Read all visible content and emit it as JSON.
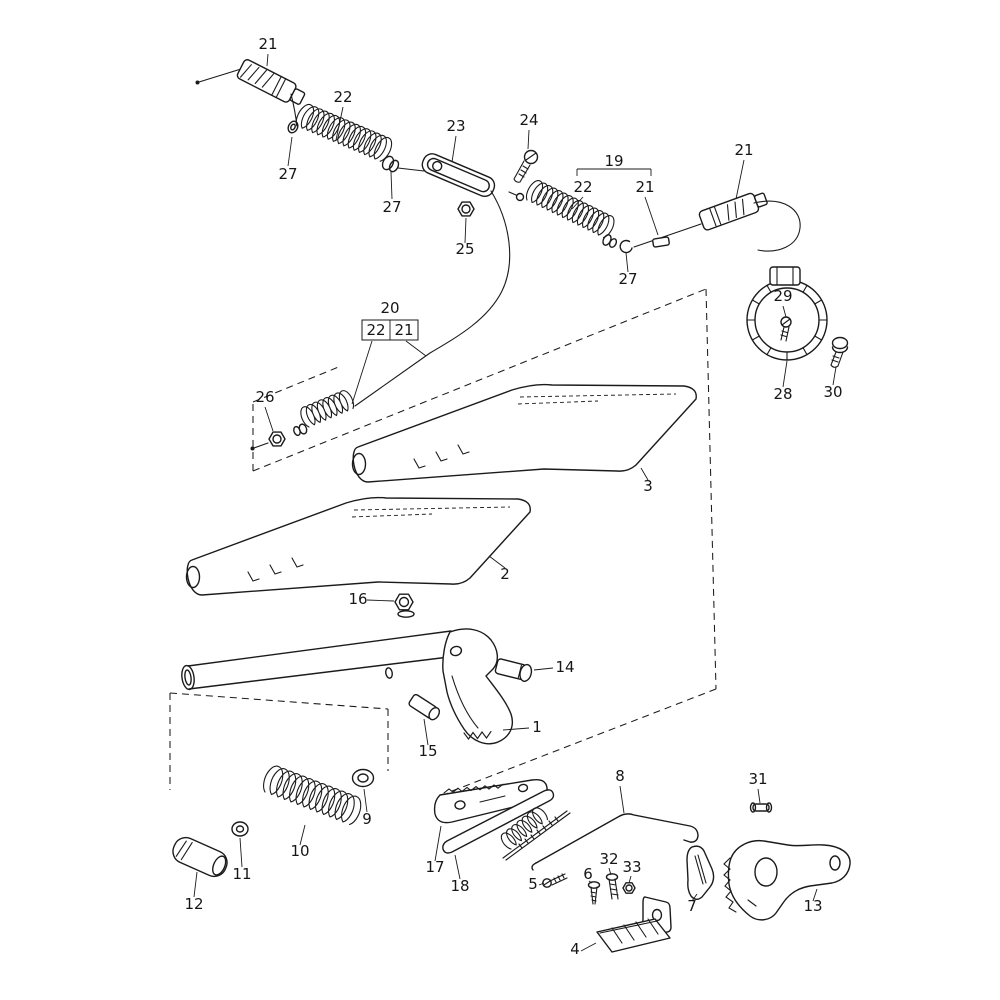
{
  "colors": {
    "background": "#ffffff",
    "line": "#1b1b1b"
  },
  "diagram": {
    "description": "Exploded parts diagram of a hand brake (parking brake) lever with actuating cables, springs, clamp ring and ratchet linkage",
    "groups": [
      {
        "label": "19",
        "sub_labels": [
          "22",
          "21"
        ]
      },
      {
        "label": "20",
        "sub_labels": [
          "22",
          "21"
        ]
      }
    ],
    "callouts": [
      {
        "text": "21"
      },
      {
        "text": "22"
      },
      {
        "text": "27"
      },
      {
        "text": "23"
      },
      {
        "text": "24"
      },
      {
        "text": "27"
      },
      {
        "text": "25"
      },
      {
        "text": "19"
      },
      {
        "text": "22"
      },
      {
        "text": "21"
      },
      {
        "text": "21"
      },
      {
        "text": "27"
      },
      {
        "text": "29"
      },
      {
        "text": "28"
      },
      {
        "text": "30"
      },
      {
        "text": "20"
      },
      {
        "text": "22"
      },
      {
        "text": "21"
      },
      {
        "text": "26"
      },
      {
        "text": "3"
      },
      {
        "text": "2"
      },
      {
        "text": "16"
      },
      {
        "text": "14"
      },
      {
        "text": "1"
      },
      {
        "text": "15"
      },
      {
        "text": "9"
      },
      {
        "text": "10"
      },
      {
        "text": "11"
      },
      {
        "text": "12"
      },
      {
        "text": "17"
      },
      {
        "text": "18"
      },
      {
        "text": "8"
      },
      {
        "text": "31"
      },
      {
        "text": "5"
      },
      {
        "text": "6"
      },
      {
        "text": "32"
      },
      {
        "text": "33"
      },
      {
        "text": "7"
      },
      {
        "text": "13"
      },
      {
        "text": "4"
      }
    ]
  }
}
